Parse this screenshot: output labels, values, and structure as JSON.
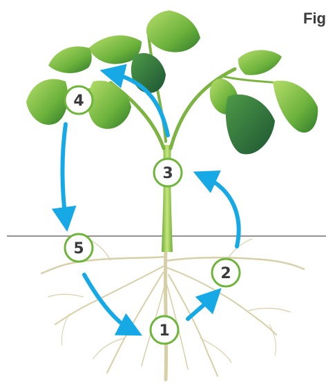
{
  "figure_label": "Fig",
  "colors": {
    "arrow": "#17a9e6",
    "marker_border": "#6fb43a",
    "marker_fill": "#ffffff",
    "number_text": "#3a3a3a",
    "ground_line": "#6e6e6e",
    "stem": "#8bc34a",
    "leaf": "#5fa83a",
    "root": "#d9d2ae"
  },
  "markers": [
    {
      "label": "1"
    },
    {
      "label": "2"
    },
    {
      "label": "3"
    },
    {
      "label": "4"
    },
    {
      "label": "5"
    }
  ]
}
